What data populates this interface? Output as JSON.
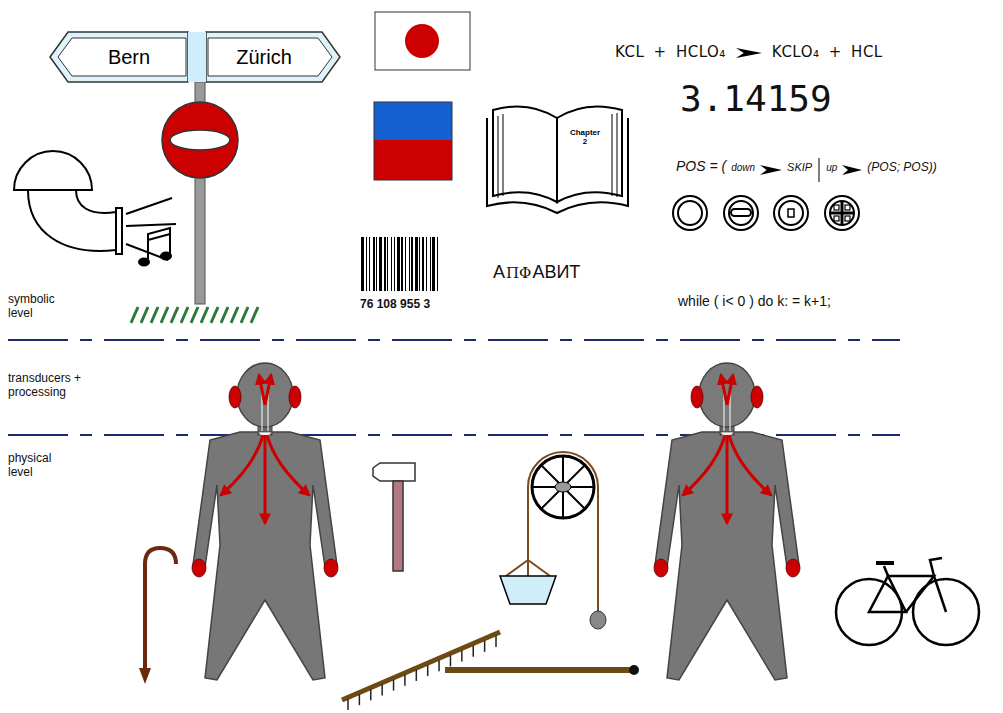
{
  "diagram": {
    "nodes": [
      {
        "text": [
          "Bern"
        ]
      },
      {
        "text": [
          "Zürich"
        ]
      },
      {
        "text": [
          "Chapter 2"
        ]
      }
    ],
    "labels": [
      "KCL + HCLO₄",
      "KCLO₄ + HCL",
      "3.14159",
      "POS = (",
      "down",
      "SKIP",
      "up",
      "(POS; POS))",
      "76 108 955 3",
      "A",
      "ΠΦ",
      "ABИT",
      "while ( i< 0 ) do k: = k+1;",
      "symbolic level",
      "transducers + processing",
      "physical level"
    ]
  }
}
